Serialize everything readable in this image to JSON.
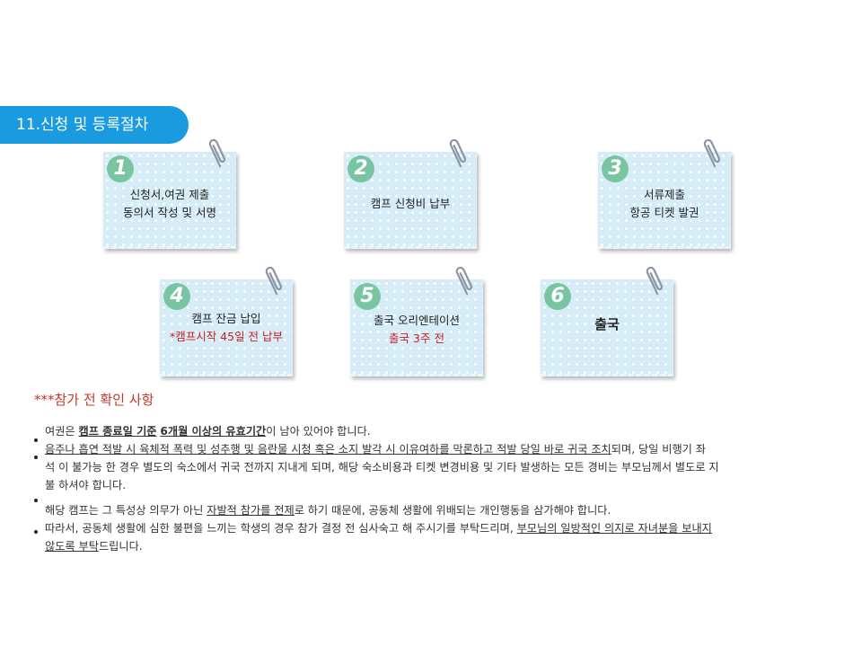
{
  "section": {
    "title": "11.신청 및 등록절차"
  },
  "steps": [
    {
      "num": "1",
      "line1": "신청서,여권 제출",
      "line2": "동의서 작성 및 서명"
    },
    {
      "num": "2",
      "line1": "캠프 신청비 납부"
    },
    {
      "num": "3",
      "line1": "서류제출",
      "line2": "항공 티켓 발권"
    },
    {
      "num": "4",
      "line1": "캠프 잔금 납입",
      "line2": "*캠프시작 45일 전 납부"
    },
    {
      "num": "5",
      "line1": "출국 오리엔테이션",
      "line2": "출국 3주 전"
    },
    {
      "num": "6",
      "line1": "출국"
    }
  ],
  "check": {
    "title": "***참가 전 확인 사항",
    "p1": {
      "a": "여권은 ",
      "b": "캠프 종료일 기준",
      "c": " ",
      "d": "6개월 이상의 유효기간",
      "e": "이 남아 있어야 합니다."
    },
    "p2": {
      "a": "음주나 흡연 적발 시 육체적 폭력 및 성추행 및 음란물 시청 혹은 소지 발각 시 이유여하를 막론하고 적발 당일 바로 귀국 조치",
      "b": "되며, 당일 비행기 좌",
      "c": "석  이 불가능 한 경우 별도의 숙소에서 귀국 전까지 지내게 되며, 해당 숙소비용과 티켓 변경비용 및 기타 발생하는 모든 경비는 부모님께서 별도로 지",
      "d": "불  하셔야 합니다."
    },
    "p3": {
      "a": "해당 캠프는 그 특성상 의무가 아닌 ",
      "b": "자발적 참가를 전제",
      "c": "로 하기 때문에, 공동체 생활에 위배되는 개인행동을 삼가해야 합니다."
    },
    "p4": {
      "a": "따라서, 공동체 생활에 심한 불편을 느끼는 학생의 경우 참가 결정 전 심사숙고 해 주시기를 부탁드리며, ",
      "b": "부모님의 일방적인 의지로 자녀분을 보내지",
      "c": "않도록 부탁",
      "d": "드립니다."
    }
  }
}
